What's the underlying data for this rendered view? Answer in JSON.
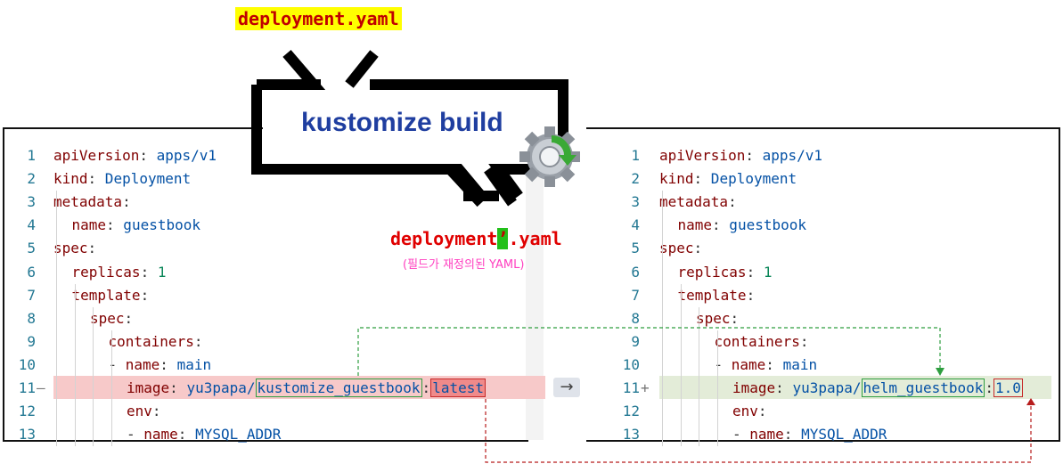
{
  "header": {
    "input_file": "deployment.yaml",
    "command": "kustomize build",
    "output_file_prefix": "deployment",
    "output_file_prime": "’",
    "output_file_suffix": ".yaml",
    "output_note": "(필드가 재정의된 YAML)"
  },
  "diff_arrow": "→",
  "left_editor": {
    "lines": [
      {
        "n": "1",
        "marker": "",
        "indent": 0,
        "key": "apiVersion",
        "value": "apps/v1"
      },
      {
        "n": "2",
        "marker": "",
        "indent": 0,
        "key": "kind",
        "value": "Deployment"
      },
      {
        "n": "3",
        "marker": "",
        "indent": 0,
        "key": "metadata",
        "value": ""
      },
      {
        "n": "4",
        "marker": "",
        "indent": 1,
        "key": "name",
        "value": "guestbook"
      },
      {
        "n": "5",
        "marker": "",
        "indent": 0,
        "key": "spec",
        "value": ""
      },
      {
        "n": "6",
        "marker": "",
        "indent": 1,
        "key": "replicas",
        "value": "1"
      },
      {
        "n": "7",
        "marker": "",
        "indent": 1,
        "key": "template",
        "value": ""
      },
      {
        "n": "8",
        "marker": "",
        "indent": 2,
        "key": "spec",
        "value": ""
      },
      {
        "n": "9",
        "marker": "",
        "indent": 3,
        "key": "containers",
        "value": ""
      },
      {
        "n": "10",
        "marker": "",
        "indent": 3,
        "key": "- name",
        "value": "main"
      },
      {
        "n": "11",
        "marker": "—",
        "indent": 4,
        "key": "image",
        "value": "yu3papa/kustomize_guestbook:latest"
      },
      {
        "n": "12",
        "marker": "",
        "indent": 4,
        "key": "env",
        "value": ""
      },
      {
        "n": "13",
        "marker": "",
        "indent": 4,
        "key": "- name",
        "value": "MYSQL_ADDR"
      }
    ],
    "image_repo": "yu3papa/",
    "image_name": "kustomize_guestbook",
    "image_tag": "latest"
  },
  "right_editor": {
    "lines": [
      {
        "n": "1",
        "marker": "",
        "indent": 0,
        "key": "apiVersion",
        "value": "apps/v1"
      },
      {
        "n": "2",
        "marker": "",
        "indent": 0,
        "key": "kind",
        "value": "Deployment"
      },
      {
        "n": "3",
        "marker": "",
        "indent": 0,
        "key": "metadata",
        "value": ""
      },
      {
        "n": "4",
        "marker": "",
        "indent": 1,
        "key": "name",
        "value": "guestbook"
      },
      {
        "n": "5",
        "marker": "",
        "indent": 0,
        "key": "spec",
        "value": ""
      },
      {
        "n": "6",
        "marker": "",
        "indent": 1,
        "key": "replicas",
        "value": "1"
      },
      {
        "n": "7",
        "marker": "",
        "indent": 1,
        "key": "template",
        "value": ""
      },
      {
        "n": "8",
        "marker": "",
        "indent": 2,
        "key": "spec",
        "value": ""
      },
      {
        "n": "9",
        "marker": "",
        "indent": 3,
        "key": "containers",
        "value": ""
      },
      {
        "n": "10",
        "marker": "",
        "indent": 3,
        "key": "- name",
        "value": "main"
      },
      {
        "n": "11",
        "marker": "+",
        "indent": 4,
        "key": "image",
        "value": "yu3papa/helm_guestbook:1.0"
      },
      {
        "n": "12",
        "marker": "",
        "indent": 4,
        "key": "env",
        "value": ""
      },
      {
        "n": "13",
        "marker": "",
        "indent": 4,
        "key": "- name",
        "value": "MYSQL_ADDR"
      }
    ],
    "image_repo": "yu3papa/",
    "image_name": "helm_guestbook",
    "image_tag": "1.0"
  },
  "colors": {
    "key": "#800000",
    "value": "#0451a5",
    "number": "#098658",
    "line_number": "#237893",
    "removed_row": "#f7c9c9",
    "added_row": "#e3ecd8",
    "name_link": "#2e9e3f",
    "tag_link": "#c62828"
  }
}
